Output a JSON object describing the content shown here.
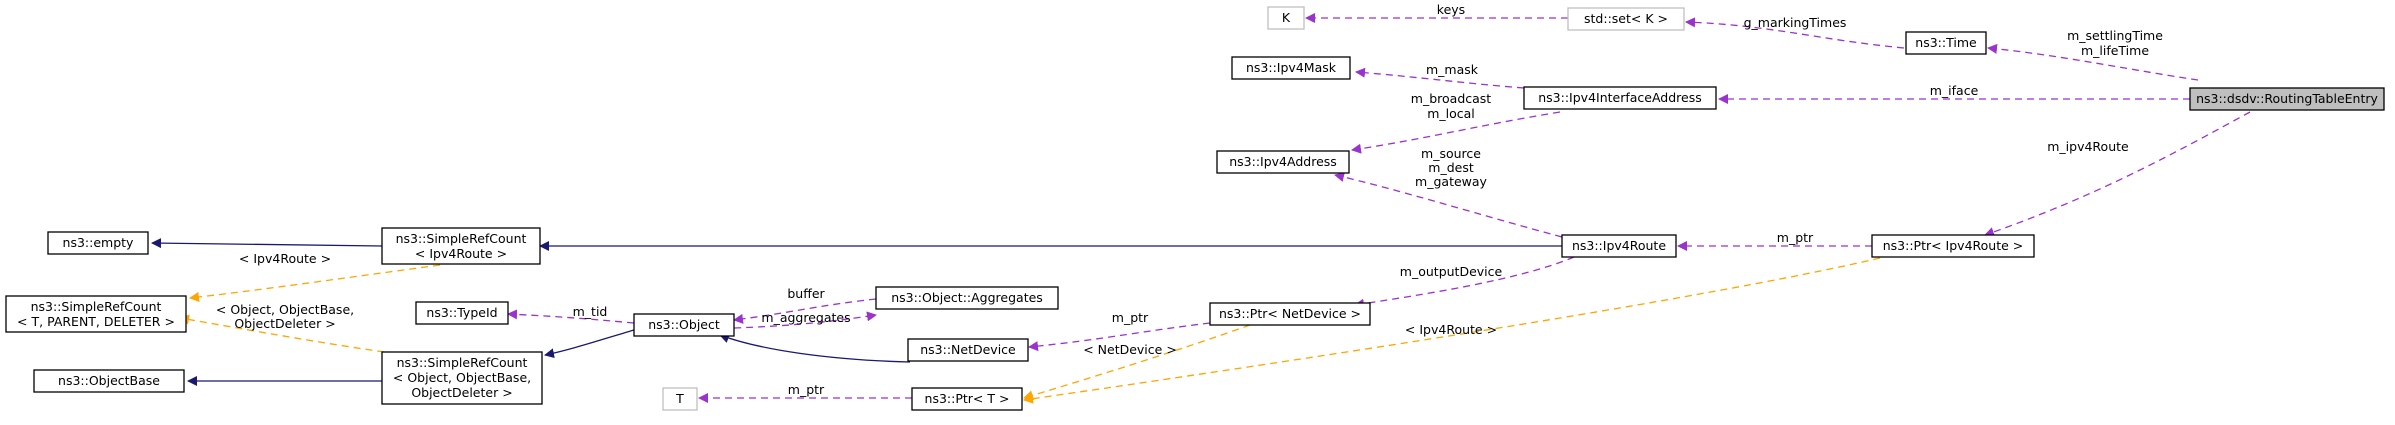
{
  "nodes": {
    "k": "K",
    "std_set": "std::set< K >",
    "time": "ns3::Time",
    "routing_table_entry": "ns3::dsdv::RoutingTableEntry",
    "ipv4mask": "ns3::Ipv4Mask",
    "ipv4interfaceaddress": "ns3::Ipv4InterfaceAddress",
    "ipv4address": "ns3::Ipv4Address",
    "empty": "ns3::empty",
    "simplerefcount_ipv4route": [
      "ns3::SimpleRefCount",
      "< Ipv4Route >"
    ],
    "ipv4route": "ns3::Ipv4Route",
    "ptr_ipv4route": "ns3::Ptr< Ipv4Route >",
    "simplerefcount_generic": [
      "ns3::SimpleRefCount",
      "< T, PARENT, DELETER >"
    ],
    "typeid": "ns3::TypeId",
    "object": "ns3::Object",
    "object_aggregates": "ns3::Object::Aggregates",
    "ptr_netdevice": "ns3::Ptr< NetDevice >",
    "netdevice": "ns3::NetDevice",
    "objectbase": "ns3::ObjectBase",
    "simplerefcount_object": [
      "ns3::SimpleRefCount",
      "< Object, ObjectBase,",
      "ObjectDeleter >"
    ],
    "t": "T",
    "ptr_t": "ns3::Ptr< T >"
  },
  "edges": {
    "keys": "keys",
    "g_markingtimes": "g_markingTimes",
    "m_settlingtime_lifetime": [
      "m_settlingTime",
      "m_lifeTime"
    ],
    "m_mask": "m_mask",
    "m_iface": "m_iface",
    "m_broadcast_local": [
      "m_broadcast",
      "m_local"
    ],
    "m_ipv4route": "m_ipv4Route",
    "m_source_dest_gateway": [
      "m_source",
      "m_dest",
      "m_gateway"
    ],
    "m_ptr_ipv4route": "m_ptr",
    "m_outputdevice": "m_outputDevice",
    "tmpl_ipv4route_left": "< Ipv4Route >",
    "buffer": "buffer",
    "m_tid": "m_tid",
    "m_aggregates": "m_aggregates",
    "m_ptr_netdevice": "m_ptr",
    "tmpl_object": [
      "< Object, ObjectBase,",
      "ObjectDeleter >"
    ],
    "tmpl_netdevice": "< NetDevice >",
    "tmpl_ipv4route_right": "< Ipv4Route >",
    "m_ptr_t": "m_ptr"
  },
  "colors": {
    "inheritance": "#191970",
    "usage": "#9a32cd",
    "template": "#ffa500",
    "focus_fill": "#bfbfbf",
    "template_border": "#bfbfbf"
  }
}
